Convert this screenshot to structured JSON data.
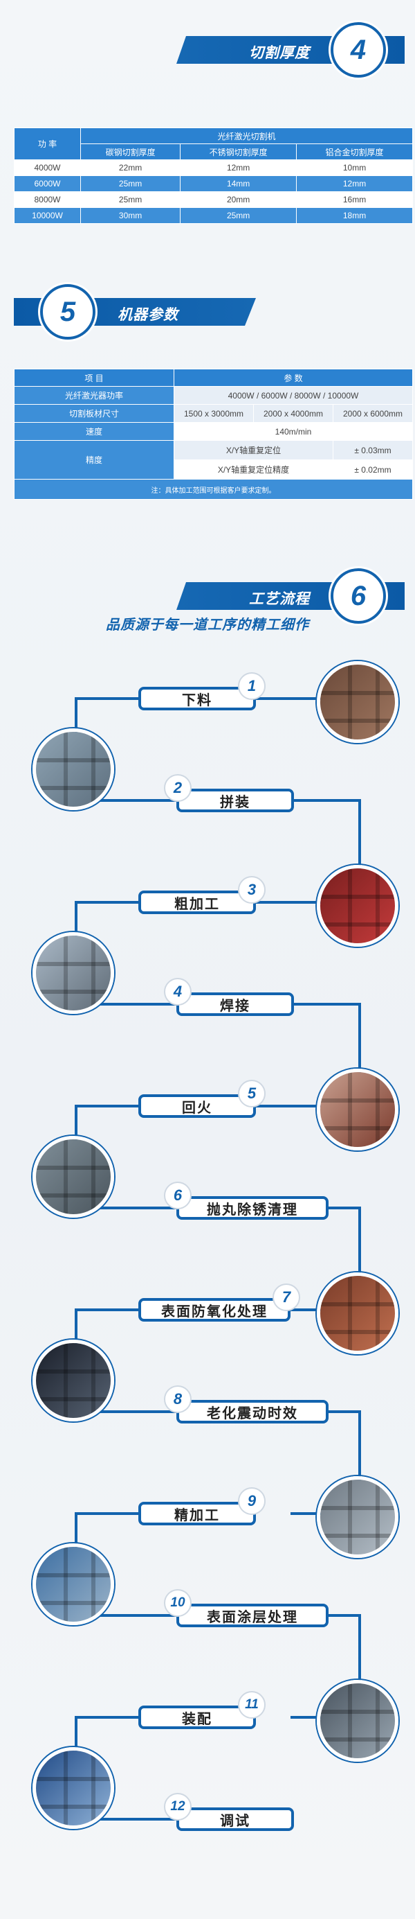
{
  "section4": {
    "title": "切割厚度",
    "number": "4"
  },
  "section5": {
    "title": "机器参数",
    "number": "5"
  },
  "section6": {
    "title": "工艺流程",
    "number": "6"
  },
  "thickness_table": {
    "col_power": "功 率",
    "machine_header": "光纤激光切割机",
    "sub_headers": [
      "碳钢切割厚度",
      "不锈钢切割厚度",
      "铝合金切割厚度"
    ],
    "rows": [
      [
        "4000W",
        "22mm",
        "12mm",
        "10mm"
      ],
      [
        "6000W",
        "25mm",
        "14mm",
        "12mm"
      ],
      [
        "8000W",
        "25mm",
        "20mm",
        "16mm"
      ],
      [
        "10000W",
        "30mm",
        "25mm",
        "18mm"
      ]
    ]
  },
  "params_table": {
    "col_item": "项 目",
    "col_param": "参 数",
    "power_label": "光纤激光器功率",
    "power_value": "4000W / 6000W / 8000W / 10000W",
    "size_label": "切割板材尺寸",
    "sizes": [
      "1500 x 3000mm",
      "2000 x 4000mm",
      "2000 x 6000mm"
    ],
    "speed_label": "速度",
    "speed_value": "140m/min",
    "precision_label": "精度",
    "pos_label": "X/Y轴重复定位",
    "pos_value": "± 0.03mm",
    "repeat_label": "X/Y轴重复定位精度",
    "repeat_value": "± 0.02mm",
    "note": "注：具体加工范围可根据客户要求定制。"
  },
  "slogan": "品质源于每一道工序的精工细作",
  "steps": [
    {
      "num": "1",
      "label": "下料"
    },
    {
      "num": "2",
      "label": "拼装"
    },
    {
      "num": "3",
      "label": "粗加工"
    },
    {
      "num": "4",
      "label": "焊接"
    },
    {
      "num": "5",
      "label": "回火"
    },
    {
      "num": "6",
      "label": "抛丸除锈清理"
    },
    {
      "num": "7",
      "label": "表面防氧化处理"
    },
    {
      "num": "8",
      "label": "老化震动时效"
    },
    {
      "num": "9",
      "label": "精加工"
    },
    {
      "num": "10",
      "label": "表面涂层处理"
    },
    {
      "num": "11",
      "label": "装配"
    },
    {
      "num": "12",
      "label": "调试"
    }
  ],
  "colors": {
    "brand_blue": "#1263ae",
    "table_blue": "#3d8fd8"
  }
}
